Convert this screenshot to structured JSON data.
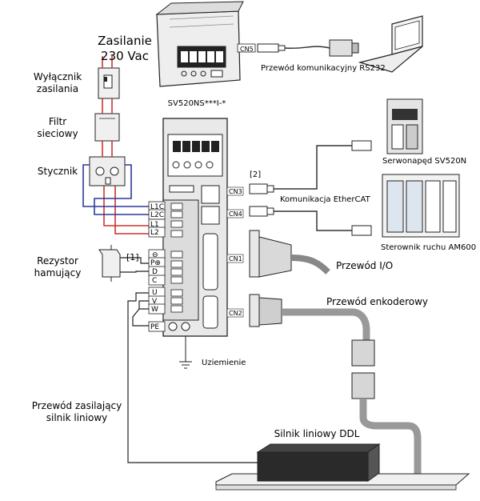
{
  "labels": {
    "power_line1": "Zasilanie",
    "power_line2": "230 Vac",
    "breaker_line1": "Wyłącznik",
    "breaker_line2": "zasilania",
    "filter_line1": "Filtr",
    "filter_line2": "sieciowy",
    "contactor": "Stycznik",
    "resistor_line1": "Rezystor",
    "resistor_line2": "hamujący",
    "drive_model": "SV520NS***I-*",
    "rs232_cable": "Przewód komunikacyjny RS232",
    "ethercat": "Komunikacja EtherCAT",
    "servo": "Serwonapęd SV520N",
    "controller": "Sterownik ruchu AM600",
    "io_cable": "Przewód I/O",
    "encoder_cable": "Przewód enkoderowy",
    "grounding": "Uziemienie",
    "motor_cable_line1": "Przewód zasilający",
    "motor_cable_line2": "silnik liniowy",
    "motor": "Silnik liniowy DDL",
    "note1": "[1]",
    "note2": "[2]"
  },
  "terminals": {
    "l1c": "L1C",
    "l2c": "L2C",
    "l1": "L1",
    "l2": "L2",
    "minus": "⊖",
    "p": "P⊕",
    "d": "D",
    "c": "C",
    "u": "U",
    "v": "V",
    "w": "W",
    "pe": "PE"
  },
  "connectors": {
    "cn5": "CN5",
    "cn3": "CN3",
    "cn4": "CN4",
    "cn1": "CN1",
    "cn2": "CN2"
  },
  "colors": {
    "wire_red": "#d0322d",
    "wire_blue": "#2b3a9a",
    "device_fill": "#e8e8e8",
    "outline": "#222222"
  }
}
